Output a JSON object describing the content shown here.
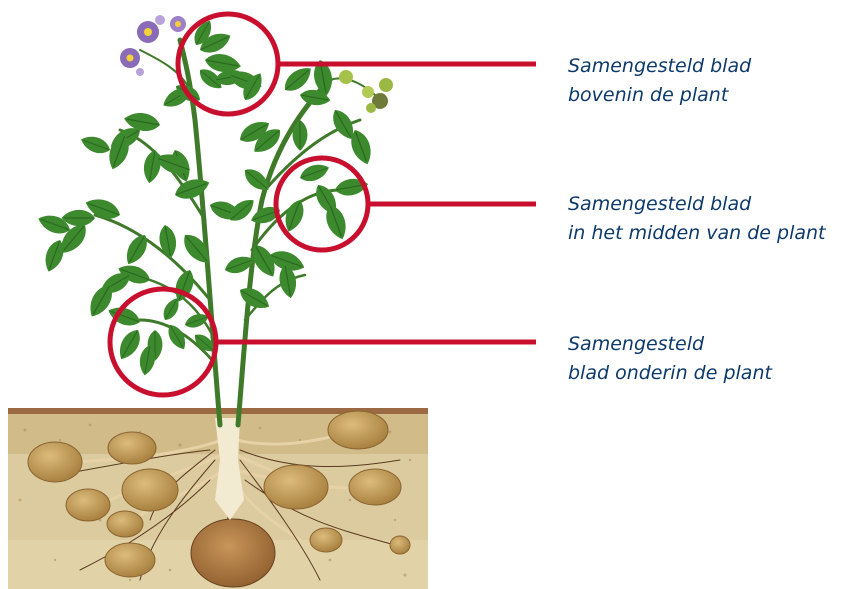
{
  "callouts": [
    {
      "line1": "Samengesteld blad",
      "line2": "bovenin de plant"
    },
    {
      "line1": "Samengesteld blad",
      "line2": "in het midden van de plant"
    },
    {
      "line1": "Samengesteld",
      "line2": "blad onderin de plant"
    }
  ],
  "colors": {
    "highlight": "#c8102e",
    "label_text": "#0d3a6b",
    "leaf": "#3d8a2e",
    "leaf_dark": "#2a6a20",
    "stem": "#3f7a2a",
    "soil": "#d9c89c",
    "soil_top": "#a8744a",
    "tuber": "#c9a15e",
    "flower": "#8a6bb8",
    "berry": "#8cae3a"
  }
}
